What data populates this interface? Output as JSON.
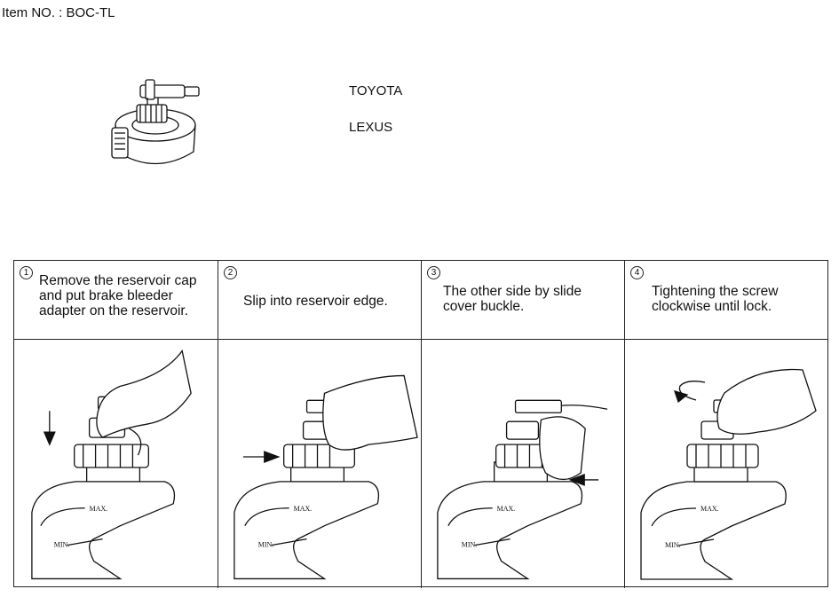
{
  "header": {
    "item_no": "Item NO. : BOC-TL"
  },
  "makes": [
    "TOYOTA",
    "LEXUS"
  ],
  "steps": [
    {
      "num": "1",
      "text": "Remove the reservoir cap and put brake bleeder adapter on the reservoir."
    },
    {
      "num": "2",
      "text": "Slip into reservoir edge."
    },
    {
      "num": "3",
      "text": "The other side by slide cover buckle."
    },
    {
      "num": "4",
      "text": "Tightening the screw clockwise until lock."
    }
  ],
  "reservoir_labels": {
    "max": "MAX.",
    "min": "MIN."
  }
}
